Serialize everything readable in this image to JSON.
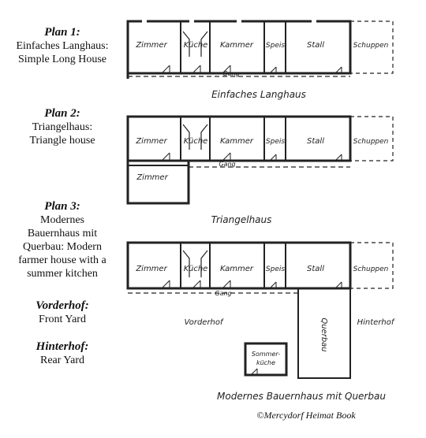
{
  "legend": {
    "plan1": {
      "title": "Plan 1:",
      "line1": "Einfaches Langhaus:",
      "line2": "Simple Long House"
    },
    "plan2": {
      "title": "Plan 2:",
      "line1": "Triangelhaus:",
      "line2": "Triangle house"
    },
    "plan3": {
      "title": "Plan 3:",
      "line1": "Modernes",
      "line2": "Bauernhaus mit",
      "line3": "Querbau: Modern",
      "line4": "farmer house with a",
      "line5": "summer kitchen"
    },
    "vorderhof": {
      "title": "Vorderhof:",
      "line1": "Front Yard"
    },
    "hinterhof": {
      "title": "Hinterhof:",
      "line1": "Rear Yard"
    }
  },
  "plans": {
    "plan1": {
      "rooms": {
        "zimmer": "Zimmer",
        "kuche": "Küche",
        "kammer": "Kammer",
        "speis": "Speis",
        "stall": "Stall",
        "schuppen": "Schuppen"
      },
      "gang": "Gang",
      "caption": "Einfaches Langhaus"
    },
    "plan2": {
      "rooms": {
        "zimmer": "Zimmer",
        "kuche": "Küche",
        "kammer": "Kammer",
        "speis": "Speis",
        "stall": "Stall",
        "schuppen": "Schuppen",
        "zimmer2": "Zimmer"
      },
      "gang": "Gang",
      "caption": "Triangelhaus"
    },
    "plan3": {
      "rooms": {
        "zimmer": "Zimmer",
        "kuche": "Küche",
        "kammer": "Kammer",
        "speis": "Speis",
        "stall": "Stall",
        "schuppen": "Schuppen"
      },
      "gang": "Gang",
      "vorderhof": "Vorderhof",
      "hinterhof": "Hinterhof",
      "querbau": "Querbau",
      "sommer1": "Sommer-",
      "sommer2": "küche",
      "caption": "Modernes Bauernhaus mit Querbau"
    }
  },
  "copyright": "©Mercydorf Heimat Book"
}
